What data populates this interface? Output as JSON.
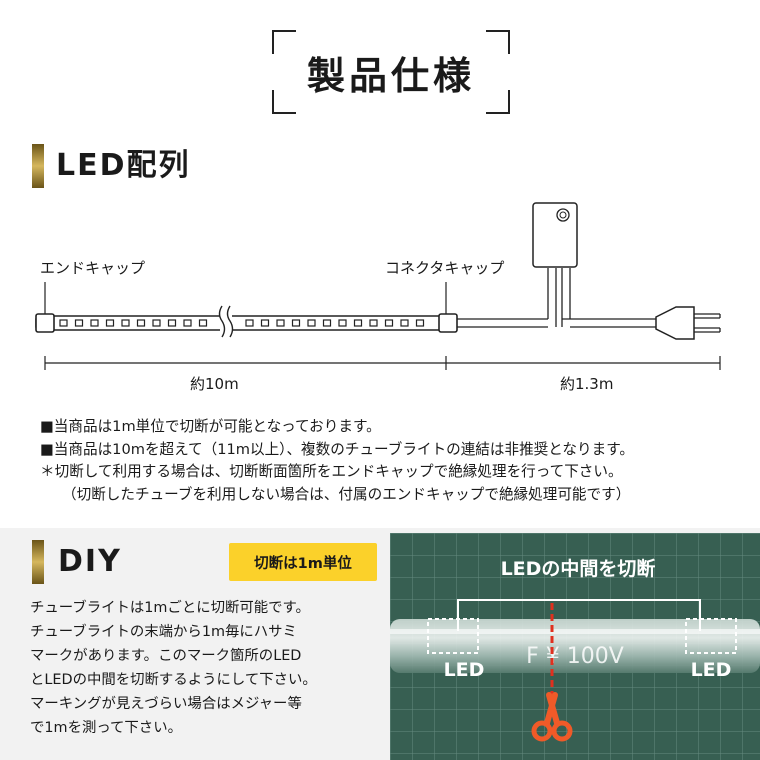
{
  "title": "製品仕様",
  "led_section": {
    "heading": "LED配列",
    "end_cap_label": "エンドキャップ",
    "connector_cap_label": "コネクタキャップ",
    "length_tube": "約10m",
    "length_cord": "約1.3m"
  },
  "notes": [
    "■当商品は1m単位で切断が可能となっております。",
    "■当商品は10mを超えて（11m以上）、複数のチューブライトの連結は非推奨となります。",
    "＊切断して利用する場合は、切断断面箇所をエンドキャップで絶縁処理を行って下さい。",
    "（切断したチューブを利用しない場合は、付属のエンドキャップで絶縁処理可能です）"
  ],
  "diy_section": {
    "heading": "DIY",
    "badge": "切断は1m単位",
    "lines": [
      "チューブライトは1mごとに切断可能です。",
      "チューブライトの末端から1m毎にハサミ",
      "マークがあります。このマーク箇所のLED",
      "とLEDの中間を切断するようにして下さい。",
      "マーキングが見えづらい場合はメジャー等",
      "で1mを測って下さい。"
    ],
    "photo": {
      "caption": "LEDの中間を切断",
      "led_left": "LED",
      "led_right": "LED",
      "tube_print": "F ¥  100V"
    }
  },
  "colors": {
    "accent_gold": "#c9a84a",
    "badge_yellow": "#fbd12a",
    "cut_red": "#e0301e",
    "scissors_orange": "#f05a28",
    "mat_green": "#3f6b5c"
  }
}
